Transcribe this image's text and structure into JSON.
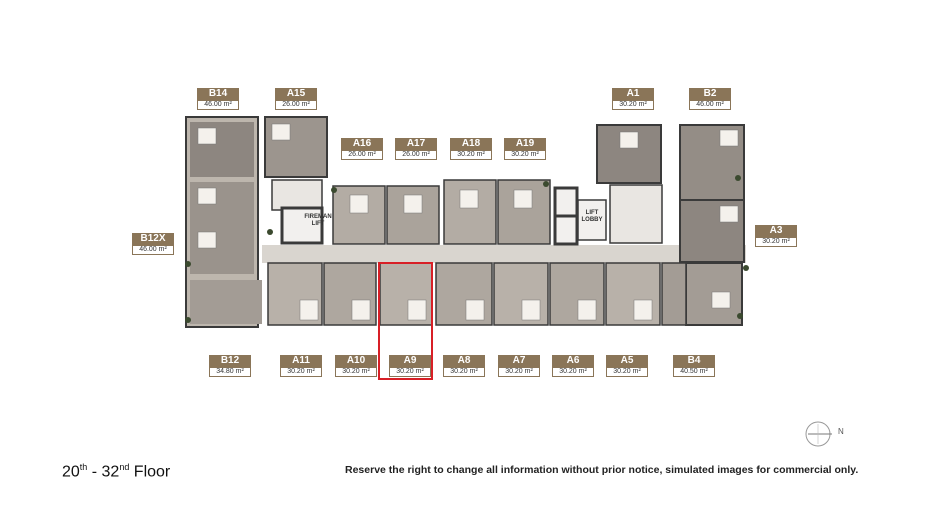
{
  "units": [
    {
      "id": "B14",
      "name": "B14",
      "area": "46.00 m²"
    },
    {
      "id": "A15",
      "name": "A15",
      "area": "26.00 m²"
    },
    {
      "id": "A16",
      "name": "A16",
      "area": "26.00 m²"
    },
    {
      "id": "A17",
      "name": "A17",
      "area": "26.00 m²"
    },
    {
      "id": "A18",
      "name": "A18",
      "area": "30.20 m²"
    },
    {
      "id": "A19",
      "name": "A19",
      "area": "30.20 m²"
    },
    {
      "id": "A1",
      "name": "A1",
      "area": "30.20 m²"
    },
    {
      "id": "B2",
      "name": "B2",
      "area": "46.00 m²"
    },
    {
      "id": "B12X",
      "name": "B12X",
      "area": "46.00 m²"
    },
    {
      "id": "A3",
      "name": "A3",
      "area": "30.20 m²"
    },
    {
      "id": "B12",
      "name": "B12",
      "area": "34.80 m²"
    },
    {
      "id": "A11",
      "name": "A11",
      "area": "30.20 m²"
    },
    {
      "id": "A10",
      "name": "A10",
      "area": "30.20 m²"
    },
    {
      "id": "A9",
      "name": "A9",
      "area": "30.20 m²"
    },
    {
      "id": "A8",
      "name": "A8",
      "area": "30.20 m²"
    },
    {
      "id": "A7",
      "name": "A7",
      "area": "30.20 m²"
    },
    {
      "id": "A6",
      "name": "A6",
      "area": "30.20 m²"
    },
    {
      "id": "A5",
      "name": "A5",
      "area": "30.20 m²"
    },
    {
      "id": "B4",
      "name": "B4",
      "area": "40.50 m²"
    }
  ],
  "highlighted_unit": "A9",
  "labels": {
    "fireman_lift_1": "FIREMAN",
    "fireman_lift_2": "LIFT",
    "lift_lobby_1": "LIFT",
    "lift_lobby_2": "LOBBY",
    "compass": "N"
  },
  "floor": {
    "from": "20",
    "from_suffix": "th",
    "separator": " - ",
    "to": "32",
    "to_suffix": "nd",
    "word": " Floor"
  },
  "disclaimer": "Reserve the right to change all information without prior notice, simulated images for commercial only.",
  "colors": {
    "tag": "#8a7558",
    "highlight": "#d81f26",
    "wall": "#3a3a3a",
    "floor": "#c9c4bc",
    "floor_dark": "#8d8680",
    "corridor": "#ffffff"
  }
}
